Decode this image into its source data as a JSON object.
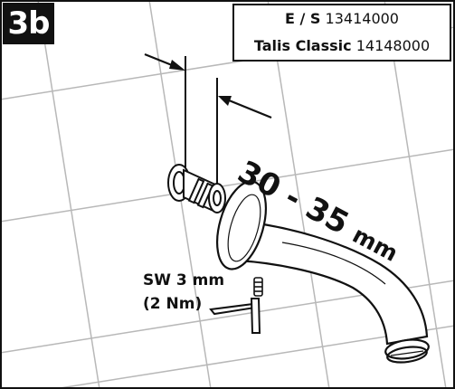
{
  "step": {
    "label": "3b"
  },
  "models": [
    {
      "name": "E / S",
      "code": "13414000"
    },
    {
      "name": "Talis Classic",
      "code": "14148000"
    }
  ],
  "dimension": {
    "value": "30 - 35",
    "unit": "mm"
  },
  "wrench": {
    "size": "SW 3 mm",
    "torque": "(2 Nm)"
  },
  "colors": {
    "ink": "#111111",
    "background": "#ffffff",
    "tile_grid": "#b8b8b8"
  },
  "icons": [
    "spout-illustration",
    "connector-fitting-illustration",
    "set-screw-illustration",
    "allen-key-illustration",
    "dimension-arrow-icon"
  ]
}
